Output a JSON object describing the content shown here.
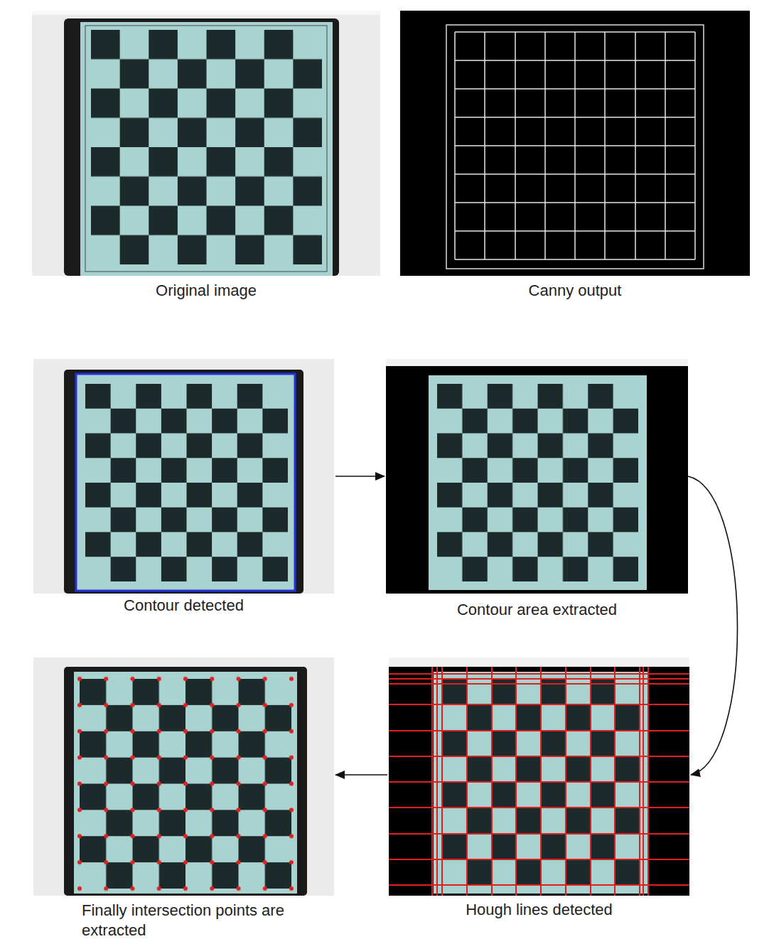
{
  "diagram": {
    "nodes": [
      {
        "text": [
          "Original image"
        ]
      },
      {
        "text": [
          "Canny output"
        ]
      },
      {
        "text": [
          "Contour detected"
        ]
      },
      {
        "text": [
          "Contour area extracted"
        ]
      },
      {
        "text": [
          "Finally intersection points are extracted"
        ]
      },
      {
        "text": [
          "Hough lines detected"
        ]
      }
    ],
    "edges": [
      {
        "from": 2,
        "to": 3,
        "arrow": "to"
      },
      {
        "from": 3,
        "to": 5,
        "arrow": "to"
      },
      {
        "from": 5,
        "to": 4,
        "arrow": "to"
      }
    ]
  }
}
